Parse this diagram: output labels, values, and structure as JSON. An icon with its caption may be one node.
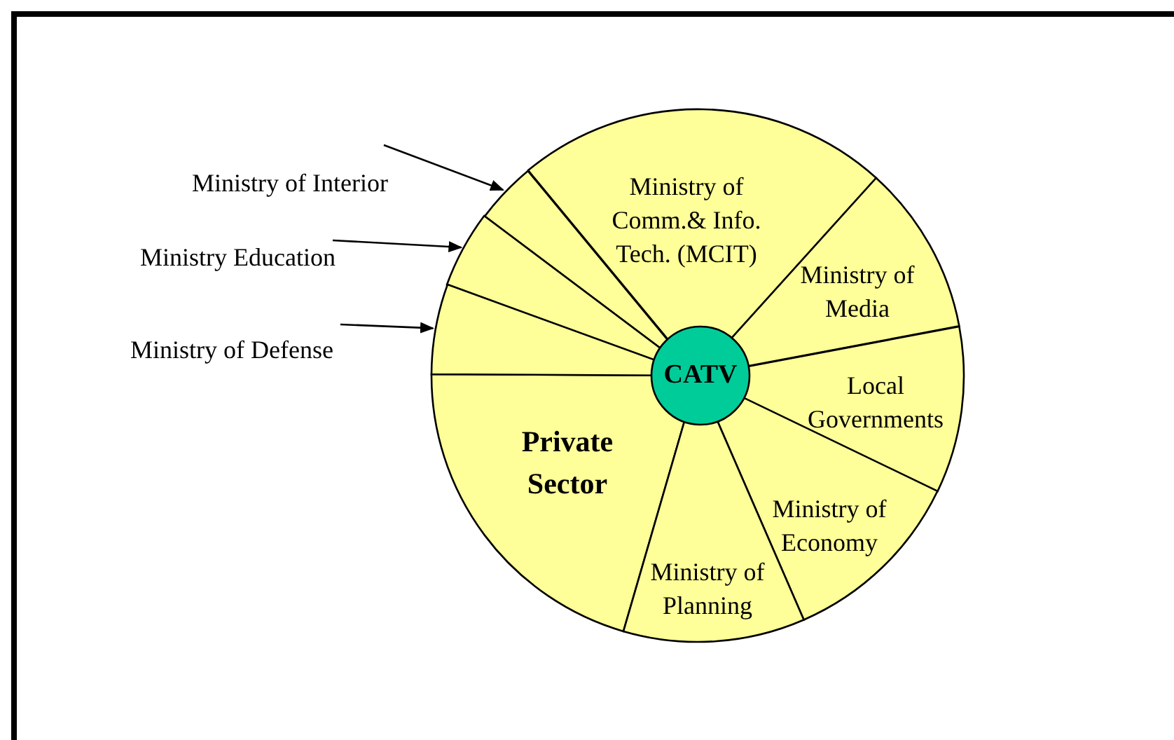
{
  "diagram": {
    "nodes": [
      {
        "text": [
          "Ministry of Interior"
        ]
      },
      {
        "text": [
          "Ministry Education"
        ]
      },
      {
        "text": [
          "Ministry of Defense"
        ]
      },
      {
        "text": [
          "Ministry of Comm.& Info. Tech. (MCIT)"
        ]
      },
      {
        "text": [
          "Ministry of Media"
        ]
      },
      {
        "text": [
          "CATV"
        ]
      },
      {
        "text": [
          "Local Governments"
        ]
      },
      {
        "text": [
          "Private Sector"
        ]
      },
      {
        "text": [
          "Ministry of Economy"
        ]
      },
      {
        "text": [
          "Ministry of Planning"
        ]
      },
      {
        "text": [],
        "shape": "wedge"
      },
      {
        "text": [],
        "shape": "wedge"
      },
      {
        "text": [],
        "shape": "wedge"
      }
    ],
    "edges": [
      {
        "from": 0,
        "to": 10,
        "arrow": "to"
      },
      {
        "from": 1,
        "to": 11,
        "arrow": "to"
      },
      {
        "from": 2,
        "to": 12,
        "arrow": "to"
      }
    ]
  }
}
